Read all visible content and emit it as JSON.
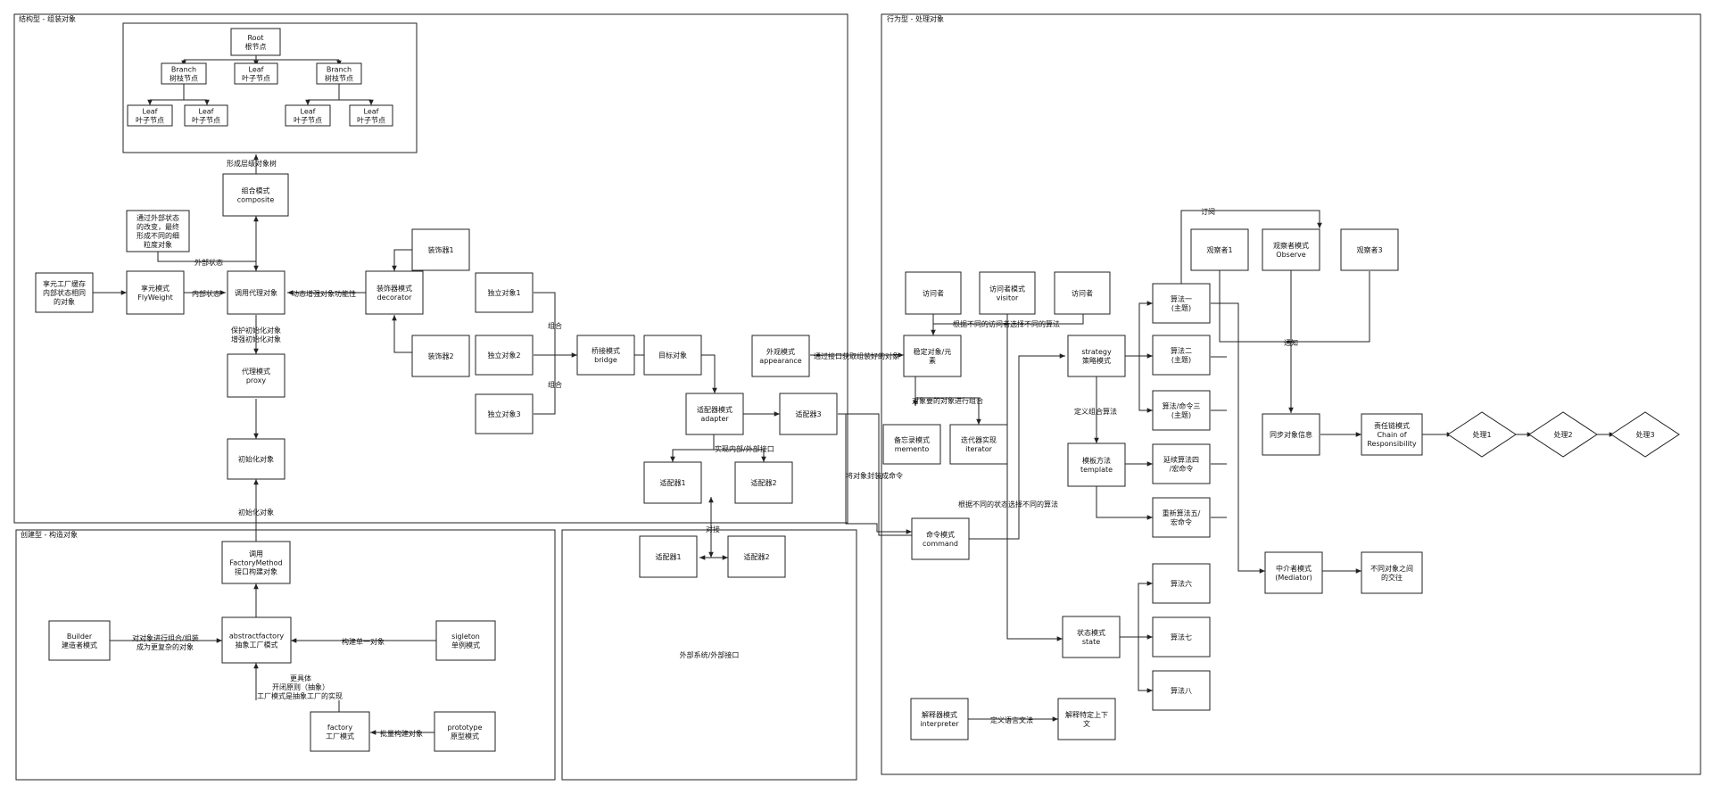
{
  "sections": {
    "structural": "结构型 - 组装对象",
    "creational": "创建型 - 构造对象",
    "behavioral": "行为型 - 处理对象",
    "external": "外部系统/外部接口"
  },
  "nodes": {
    "root": [
      "Root",
      "根节点"
    ],
    "branch1": [
      "Branch",
      "树枝节点"
    ],
    "leaf_top": [
      "Leaf",
      "叶子节点"
    ],
    "branch2": [
      "Branch",
      "树枝节点"
    ],
    "leaf1": [
      "Leaf",
      "叶子节点"
    ],
    "leaf2": [
      "Leaf",
      "叶子节点"
    ],
    "leaf3": [
      "Leaf",
      "叶子节点"
    ],
    "leaf4": [
      "Leaf",
      "叶子节点"
    ],
    "composite": [
      "组合模式",
      "composite"
    ],
    "extnote": [
      "通过外部状态",
      "的改变，最终",
      "形成不同的细",
      "粒度对象"
    ],
    "flyfactory": [
      "享元工厂缓存",
      "内部状态相同",
      "的对象"
    ],
    "flyweight": [
      "享元模式",
      "FlyWeight"
    ],
    "callproxy": [
      "调用代理对象"
    ],
    "decorator": [
      "装饰器模式",
      "decorator"
    ],
    "dec1": [
      "装饰器1"
    ],
    "dec2": [
      "装饰器2"
    ],
    "proxy": [
      "代理模式",
      "proxy"
    ],
    "initobj": [
      "初始化对象"
    ],
    "ind1": [
      "独立对象1"
    ],
    "ind2": [
      "独立对象2"
    ],
    "ind3": [
      "独立对象3"
    ],
    "bridge": [
      "桥接模式",
      "bridge"
    ],
    "target": [
      "目标对象"
    ],
    "adapter": [
      "适配器模式",
      "adapter"
    ],
    "adaptee3": [
      "适配器3"
    ],
    "adapter1": [
      "适配器1"
    ],
    "adapter2": [
      "适配器2"
    ],
    "adaptee1": [
      "适配器1"
    ],
    "adaptee2": [
      "适配器2"
    ],
    "facade": [
      "外观模式",
      "appearance"
    ],
    "factorymethod": [
      "调用",
      "FactoryMethod",
      "接口构建对象"
    ],
    "abstractfactory": [
      "abstractfactory",
      "抽象工厂模式"
    ],
    "builder": [
      "Builder",
      "建造者模式"
    ],
    "singleton": [
      "sigleton",
      "单例模式"
    ],
    "factory": [
      "factory",
      "工厂模式"
    ],
    "prototype": [
      "prototype",
      "原型模式"
    ],
    "visitor_a": [
      "访问者"
    ],
    "visitor": [
      "访问者模式",
      "visitor"
    ],
    "visitor_b": [
      "访问者"
    ],
    "element": [
      "稳定对象/元",
      "素"
    ],
    "memento": [
      "备忘录模式",
      "memento"
    ],
    "iterator": [
      "迭代器实现",
      "iterator"
    ],
    "command": [
      "命令模式",
      "command"
    ],
    "strategy": [
      "strategy",
      "策略模式"
    ],
    "alg1": [
      "算法一",
      "(主题)"
    ],
    "alg2": [
      "算法二",
      "(主题)"
    ],
    "alg3": [
      "算法/命令三",
      "(主题)"
    ],
    "template": [
      "模板方法",
      "template"
    ],
    "alg4": [
      "延续算法四",
      "/宏命令"
    ],
    "alg5": [
      "重新算法五/",
      "宏命令"
    ],
    "obs1": [
      "观察者1"
    ],
    "observer": [
      "观察者模式",
      "Observe"
    ],
    "obs3": [
      "观察者3"
    ],
    "sync": [
      "同步对象信息"
    ],
    "chain": [
      "责任链模式",
      "Chain of",
      "Responsibility"
    ],
    "h1": [
      "处理1"
    ],
    "h2": [
      "处理2"
    ],
    "h3": [
      "处理3"
    ],
    "mediator": [
      "中介者模式",
      "(Mediator)"
    ],
    "mediated": [
      "不同对象之间",
      "的交往"
    ],
    "state": [
      "状态模式",
      "state"
    ],
    "alg6": [
      "算法六"
    ],
    "alg7": [
      "算法七"
    ],
    "alg8": [
      "算法八"
    ],
    "interpreter": [
      "解释器模式",
      "interpreter"
    ],
    "context": [
      "解释特定上下",
      "文"
    ]
  },
  "labels": {
    "tree": "形成层级对象树",
    "extstate": "外部状态",
    "intstate": "内部状态",
    "dynamic": "动态增强对象功能性",
    "protect": [
      "保护初始化对象",
      "增强初始化对象"
    ],
    "init": "初始化对象",
    "combine1": "组合",
    "combine2": "组合",
    "adaptiface": "实现内部/外部接口",
    "adapt": "对接",
    "builder_ab": [
      "对对象进行组合/组装",
      "成为更复杂的对象"
    ],
    "single_ab": "构建单一对象",
    "factory_ab": [
      "更具体",
      "开闭原则（抽象）",
      "工厂模式是抽象工厂的实现"
    ],
    "proto_fac": "批量构建对象",
    "facade_elem": "通过接口获取组装好的对象",
    "visit_alg": "根据不同的访问者选择不同的算法",
    "elem_mem": "对象要的对象进行组合",
    "cmd_wrap": "将对象封装成命令",
    "state_alg": "根据不同的状态选择不同的算法",
    "define_alg": "定义组合算法",
    "subscribe": "订阅",
    "notify": "通知",
    "grammar": "定义语言文法"
  }
}
